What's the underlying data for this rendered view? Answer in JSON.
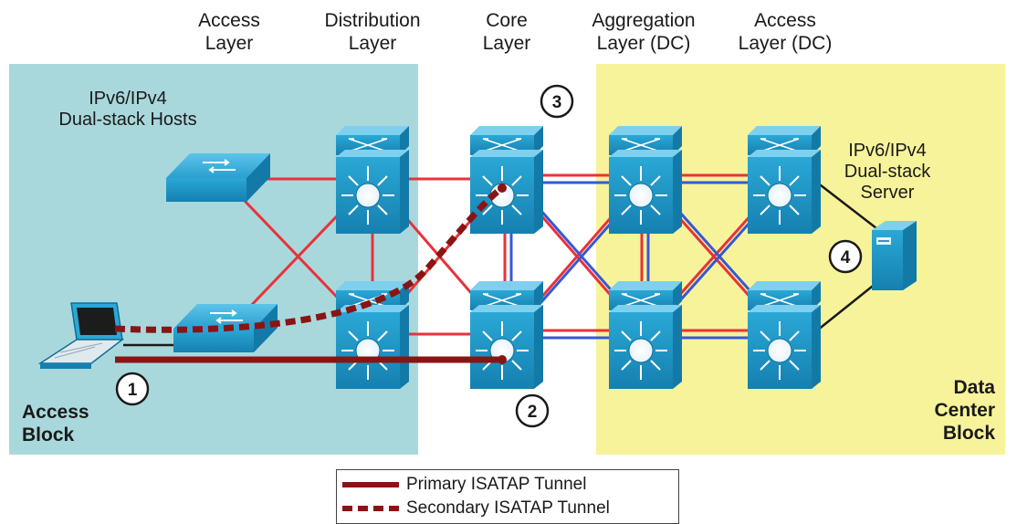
{
  "layers": [
    {
      "line1": "Access",
      "line2": "Layer"
    },
    {
      "line1": "Distribution",
      "line2": "Layer"
    },
    {
      "line1": "Core",
      "line2": "Layer"
    },
    {
      "line1": "Aggregation",
      "line2": "Layer (DC)"
    },
    {
      "line1": "Access",
      "line2": "Layer (DC)"
    }
  ],
  "hosts_label": {
    "line1": "IPv6/IPv4",
    "line2": "Dual-stack Hosts"
  },
  "server_label": {
    "line1": "IPv6/IPv4",
    "line2": "Dual-stack",
    "line3": "Server"
  },
  "access_block": {
    "line1": "Access",
    "line2": "Block"
  },
  "dc_block": {
    "line1": "Data",
    "line2": "Center",
    "line3": "Block"
  },
  "markers": [
    "1",
    "2",
    "3",
    "4"
  ],
  "legend": {
    "primary": "Primary ISATAP Tunnel",
    "secondary": "Secondary ISATAP Tunnel"
  },
  "colors": {
    "access_region": "#a9d8dc",
    "dc_region": "#f7f39a",
    "device": "#2aa8d6",
    "ipv4_link": "#e8323a",
    "ipv6_link": "#3757d8",
    "tunnel": "#8a1414"
  },
  "icons": [
    "laptop-icon",
    "switch-icon",
    "multilayer-switch-icon",
    "server-icon"
  ]
}
